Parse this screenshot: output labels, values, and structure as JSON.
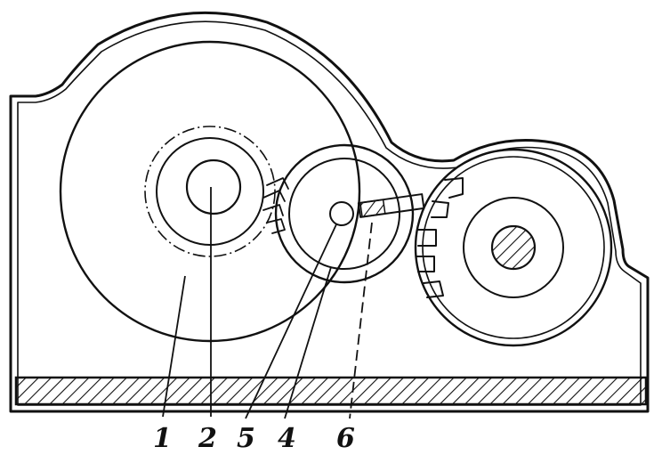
{
  "labels": [
    "1",
    "2",
    "5",
    "4",
    "6"
  ],
  "colors": {
    "ink": "#111111",
    "paper": "#ffffff"
  }
}
